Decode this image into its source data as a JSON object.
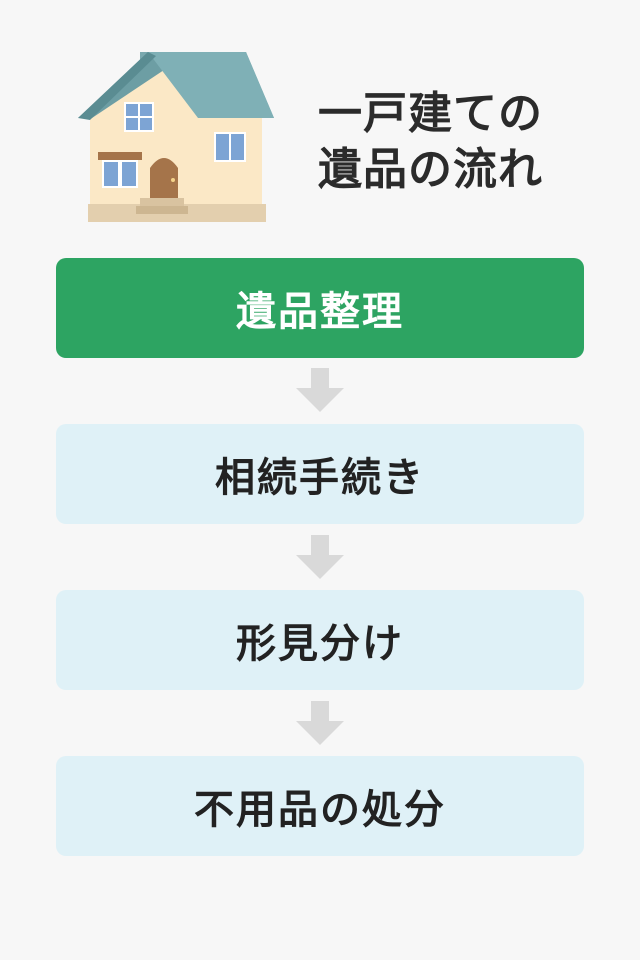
{
  "title": {
    "line1": "一戸建ての",
    "line2": "遺品の流れ"
  },
  "illustration": {
    "icon": "house-icon"
  },
  "steps": [
    {
      "label": "遺品整理",
      "style": "primary"
    },
    {
      "label": "相続手続き",
      "style": "secondary"
    },
    {
      "label": "形見分け",
      "style": "secondary"
    },
    {
      "label": "不用品の処分",
      "style": "secondary"
    }
  ],
  "colors": {
    "primary": "#2da462",
    "secondary": "#dff1f7",
    "arrow": "#d9d9d9",
    "background": "#f7f7f7"
  }
}
